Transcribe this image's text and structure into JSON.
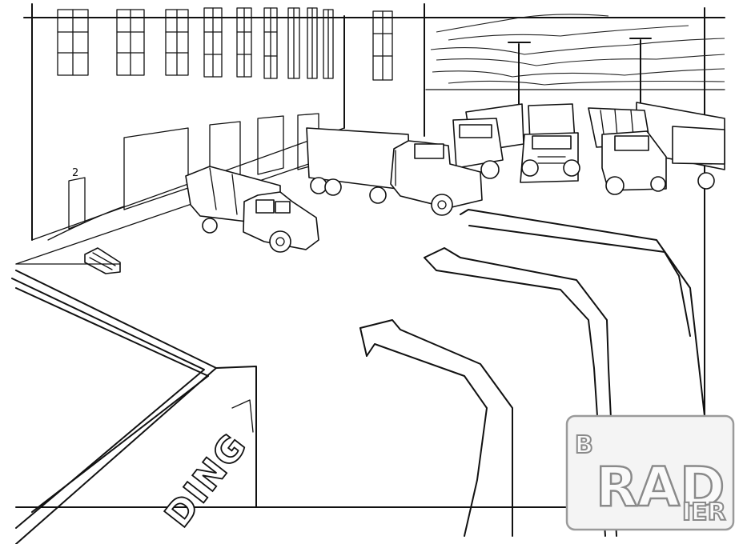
{
  "building_sign": {
    "text": "DING"
  },
  "watermark": {
    "letter_1": "B",
    "letter_2": "RAD",
    "letter_3": "IER"
  },
  "door_number": "2"
}
